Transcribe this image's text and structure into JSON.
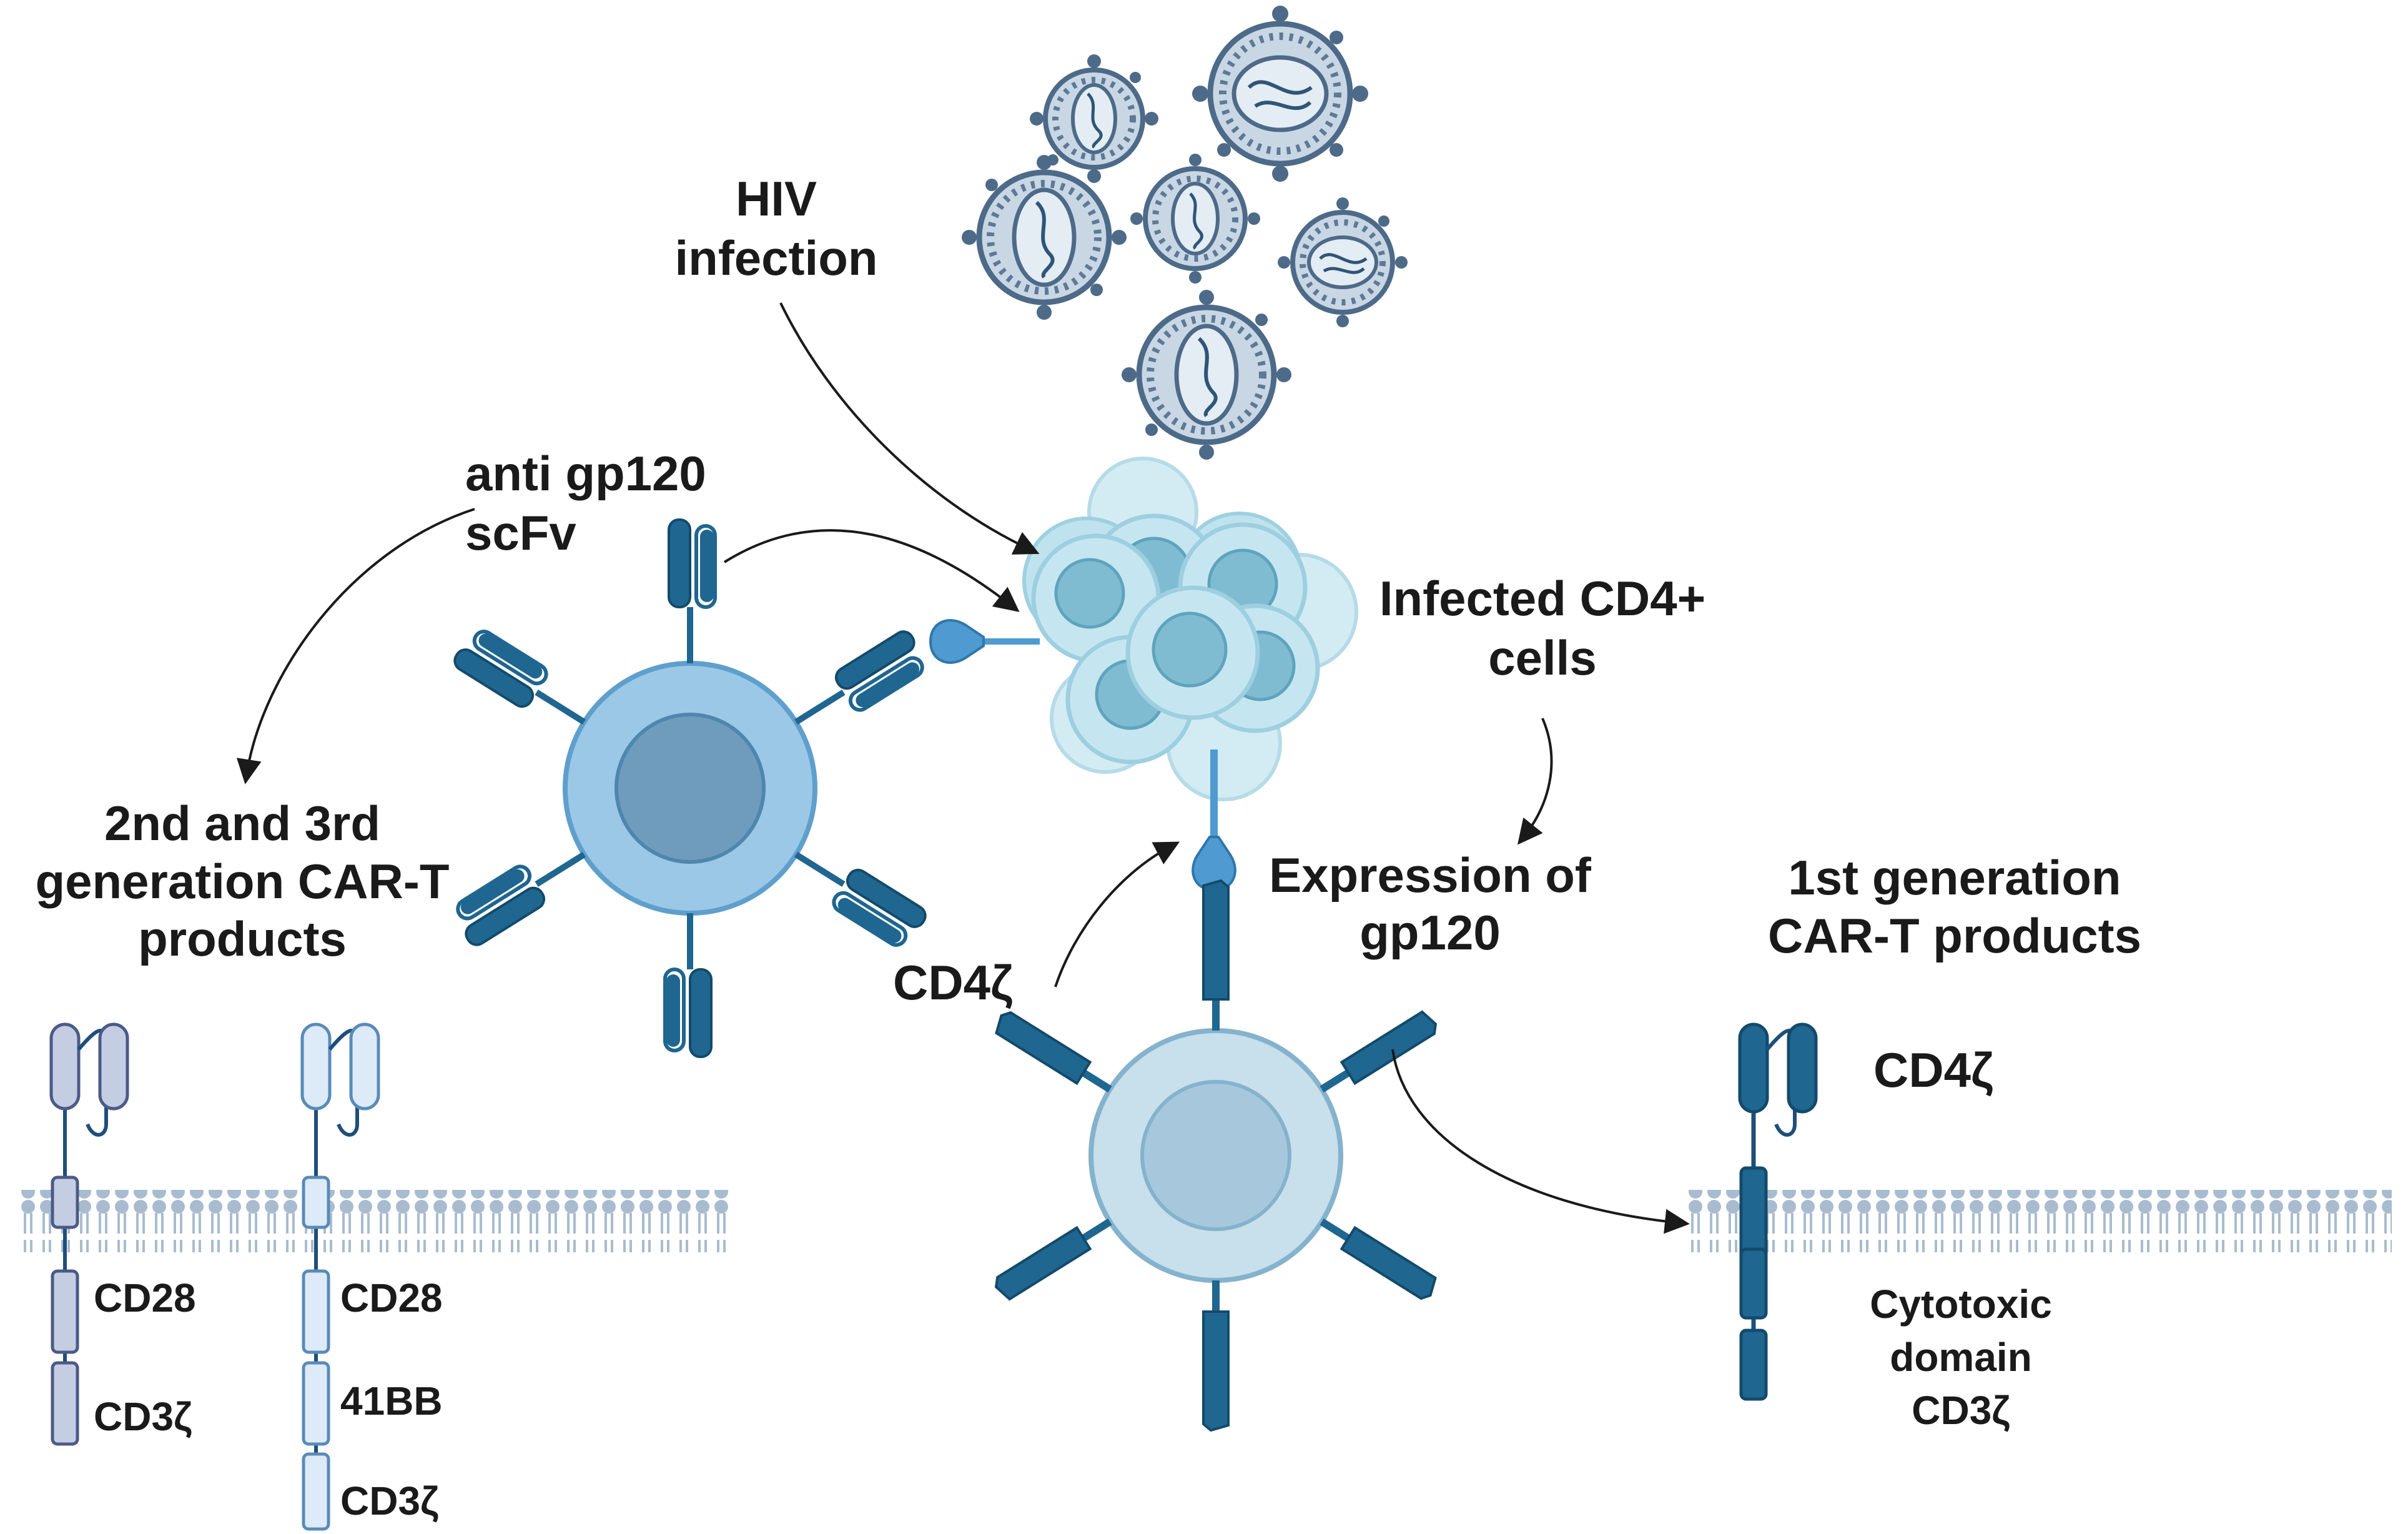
{
  "labels": {
    "hiv_line1": "HIV",
    "hiv_line2": "infection",
    "scfv_line1": "anti gp120",
    "scfv_line2": "scFv",
    "infected_line1": "Infected CD4+",
    "infected_line2": "cells",
    "expr_line1": "Expression of",
    "expr_line2": "gp120",
    "cd4z_receptor": "CD4ζ",
    "gen23_line1": "2nd and 3rd",
    "gen23_line2": "generation CAR-T",
    "gen23_line3": "products",
    "gen1_line1": "1st generation",
    "gen1_line2": "CAR-T products",
    "gen1_cd4z": "CD4ζ",
    "cyto_line1": "Cytotoxic",
    "cyto_line2": "domain",
    "cyto_line3": "CD3ζ",
    "second_gen_domains": [
      "CD28",
      "CD3ζ"
    ],
    "third_gen_domains": [
      "CD28",
      "41BB",
      "CD3ζ"
    ]
  },
  "colors": {
    "dark_blue": "#1f6690",
    "cell_light_blue": "#9cc8e8",
    "virus": "#6c8cab",
    "infected_cell": "#a9d6e2",
    "membrane": "#b3c6d8",
    "gen2_fill": "#c5cde3",
    "gen3_fill": "#dcebf7"
  }
}
